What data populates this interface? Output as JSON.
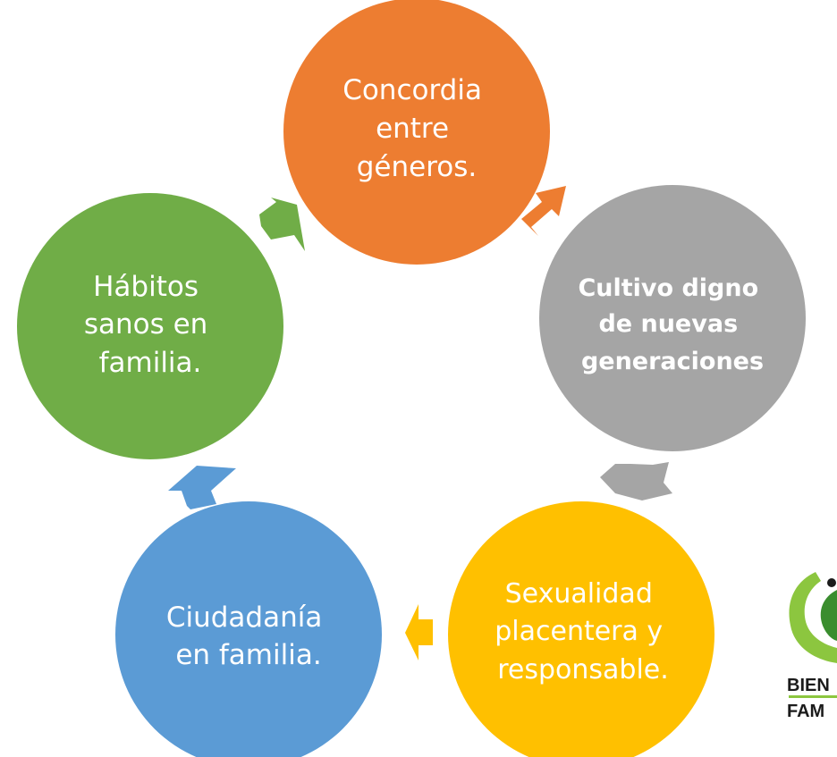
{
  "nodes": [
    {
      "id": "concordia",
      "lines": [
        "Concordia",
        "entre",
        "géneros."
      ],
      "color": "#ED7D31",
      "bold": false
    },
    {
      "id": "cultivo",
      "lines": [
        "Cultivo digno",
        "de nuevas",
        "generaciones"
      ],
      "color": "#A5A5A5",
      "bold": true
    },
    {
      "id": "sexualidad",
      "lines": [
        "Sexualidad",
        "placentera y",
        "responsable."
      ],
      "color": "#FFC000",
      "bold": false
    },
    {
      "id": "ciudadania",
      "lines": [
        "Ciudadanía",
        "en familia."
      ],
      "color": "#5B9BD5",
      "bold": false
    },
    {
      "id": "habitos",
      "lines": [
        "Hábitos",
        "sanos en",
        "familia."
      ],
      "color": "#70AD47",
      "bold": false
    }
  ],
  "arrow_colors": [
    "#ED7D31",
    "#A5A5A5",
    "#FFC000",
    "#5B9BD5",
    "#70AD47"
  ],
  "logo": {
    "line1": "BIEN",
    "line2": "FAM",
    "colors": [
      "#8CC63F",
      "#3A8D2E"
    ]
  }
}
